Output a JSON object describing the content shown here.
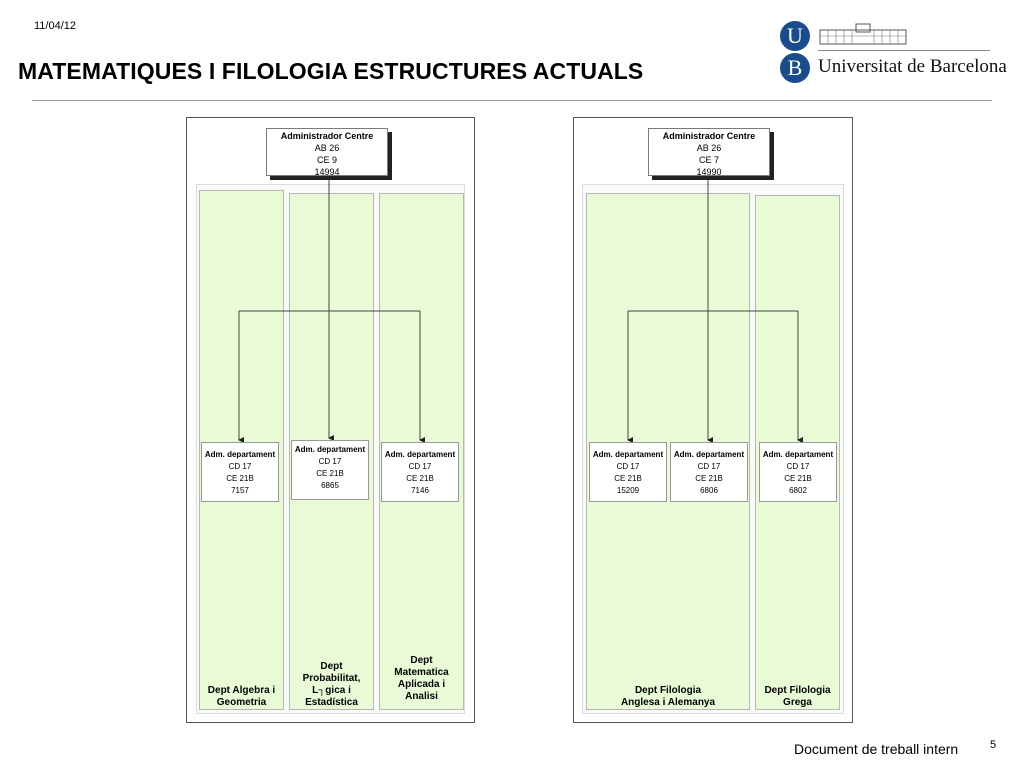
{
  "header": {
    "date": "11/04/12",
    "title": "MATEMATIQUES I FILOLOGIA ESTRUCTURES ACTUALS",
    "logo_text": "Universitat de Barcelona",
    "logo_letters": [
      "U",
      "B"
    ]
  },
  "colors": {
    "dept_fill": "#e9fbd6",
    "logo_blue": "#1a4b8c"
  },
  "panels": [
    {
      "admin": {
        "title": "Administrador Centre",
        "l1": "AB 26",
        "l2": "CE 9",
        "l3": "14994"
      },
      "depts": [
        {
          "name_lines": [
            "Dept Algebra i",
            "Geometria"
          ],
          "adm": {
            "title": "Adm. departament",
            "l1": "CD 17",
            "l2": "CE 21B",
            "l3": "7157"
          }
        },
        {
          "name_lines": [
            "Dept",
            "Probabilitat,",
            "L┐gica i",
            "Estadística"
          ],
          "adm": {
            "title": "Adm. departament",
            "l1": "CD 17",
            "l2": "CE 21B",
            "l3": "6865"
          }
        },
        {
          "name_lines": [
            "Dept",
            "Matematica",
            "Aplicada i",
            "Analisi"
          ],
          "adm": {
            "title": "Adm. departament",
            "l1": "CD 17",
            "l2": "CE 21B",
            "l3": "7146"
          }
        }
      ]
    },
    {
      "admin": {
        "title": "Administrador Centre",
        "l1": "AB 26",
        "l2": "CE 7",
        "l3": "14990"
      },
      "depts": [
        {
          "name_lines": [
            "Dept Filologia",
            "Anglesa i Alemanya"
          ],
          "adms": [
            {
              "title": "Adm. departament",
              "l1": "CD 17",
              "l2": "CE 21B",
              "l3": "15209"
            },
            {
              "title": "Adm. departament",
              "l1": "CD 17",
              "l2": "CE 21B",
              "l3": "6806"
            }
          ]
        },
        {
          "name_lines": [
            "Dept Filologia",
            "Grega"
          ],
          "adm": {
            "title": "Adm. departament",
            "l1": "CD 17",
            "l2": "CE 21B",
            "l3": "6802"
          }
        }
      ]
    }
  ],
  "footer": {
    "note": "Document de treball intern",
    "page": "5"
  }
}
